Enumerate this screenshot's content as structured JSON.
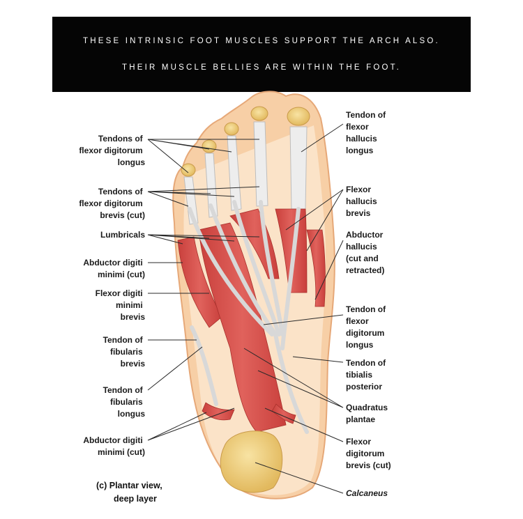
{
  "banner": {
    "line1": "THESE INTRINSIC FOOT MUSCLES SUPPORT THE ARCH ALSO.",
    "line2": "THEIR MUSCLE BELLIES ARE WITHIN THE FOOT."
  },
  "labels": {
    "fdl_tendons": [
      "Tendons of",
      "flexor digitorum",
      "longus"
    ],
    "fdb_tendons": [
      "Tendons of",
      "flexor digitorum",
      "brevis (cut)"
    ],
    "lumbricals": [
      "Lumbricals"
    ],
    "abductor_digiti_minimi_1": [
      "Abductor digiti",
      "minimi (cut)"
    ],
    "flexor_digiti_minimi": [
      "Flexor digiti",
      "minimi",
      "brevis"
    ],
    "fibularis_brevis": [
      "Tendon of",
      "fibularis",
      "brevis"
    ],
    "fibularis_longus": [
      "Tendon of",
      "fibularis",
      "longus"
    ],
    "abductor_digiti_minimi_2": [
      "Abductor digiti",
      "minimi (cut)"
    ],
    "fhl_tendon": [
      "Tendon of",
      "flexor",
      "hallucis",
      "longus"
    ],
    "flexor_hallucis_brevis": [
      "Flexor",
      "hallucis",
      "brevis"
    ],
    "abductor_hallucis": [
      "Abductor",
      "hallucis",
      "(cut and",
      "retracted)"
    ],
    "fdl_tendon_right": [
      "Tendon of",
      "flexor",
      "digitorum",
      "longus"
    ],
    "tibialis_posterior": [
      "Tendon of",
      "tibialis",
      "posterior"
    ],
    "quadratus_plantae": [
      "Quadratus",
      "plantae"
    ],
    "fdb_cut": [
      "Flexor",
      "digitorum",
      "brevis (cut)"
    ],
    "calcaneus": [
      "Calcaneus"
    ]
  },
  "caption": [
    "(c) Plantar view,",
    "deep layer"
  ],
  "colors": {
    "banner_bg": "#050505",
    "skin": "#f6c89a",
    "muscle": "#d9534f",
    "tendon": "#ececec",
    "bone": "#f0d07a"
  }
}
